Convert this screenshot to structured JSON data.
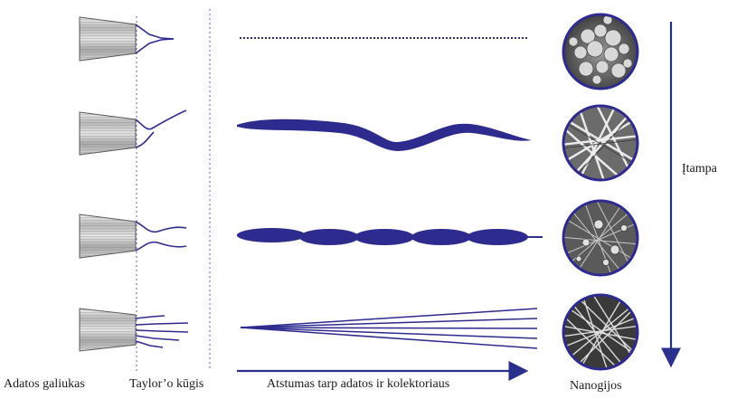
{
  "labels": {
    "needle_tip": "Adatos galiukas",
    "taylor_cone": "Taylor’o kūgis",
    "distance": "Atstumas tarp adatos ir kolektoriaus",
    "nanofibers": "Nanogijos",
    "voltage": "Įtampa"
  },
  "colors": {
    "fiber": "#2e2b8f",
    "arrow": "#2b2f8c",
    "needle_edge": "#555555",
    "dotted_guide": "#7f86c0"
  },
  "rows": [
    {
      "stage": "electrospraying",
      "micrograph": "particle-clusters"
    },
    {
      "stage": "single-thick-fiber",
      "micrograph": "thick-fiber-mesh"
    },
    {
      "stage": "beaded-fiber",
      "micrograph": "beaded-fiber-mesh"
    },
    {
      "stage": "multi-jet-fine-fibers",
      "micrograph": "fine-fiber-mesh"
    }
  ]
}
